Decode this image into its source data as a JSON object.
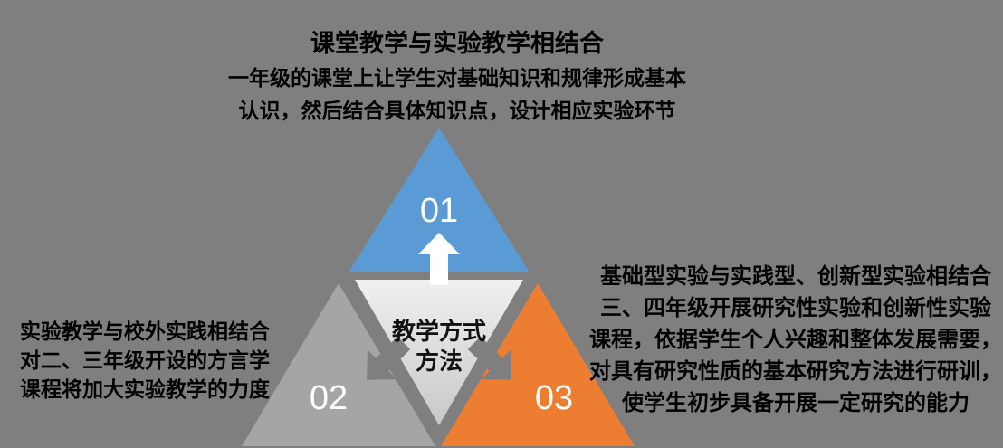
{
  "background": "#7F7F7F",
  "top_block": {
    "title": "课堂教学与实验教学相结合",
    "lines": [
      "一年级的课堂上让学生对基础知识和规律形成基本",
      "认识，然后结合具体知识点，设计相应实验环节"
    ]
  },
  "left_block": {
    "title": "实验教学与校外实践相结合",
    "lines": [
      "对二、三年级开设的方言学",
      "课程将加大实验教学的力度"
    ]
  },
  "right_block": {
    "title": "基础型实验与实践型、创新型实验相结合",
    "lines": [
      "三、四年级开展研究性实验和创新性实验",
      "课程，依据学生个人兴趣和整体发展需要，",
      "对具有研究性质的基本研究方法进行研训，",
      "使学生初步具备开展一定研究的能力"
    ]
  },
  "diagram": {
    "center_label_line1": "教学方式",
    "center_label_line2": "方法",
    "center_fill_top": "#F0F0F0",
    "center_fill_bottom": "#C8C8C8",
    "arrow_up_color": "#FFFFFF",
    "arrow_side_color": "#7F7F7F",
    "items": [
      {
        "number": "01",
        "color": "#5B9BD5"
      },
      {
        "number": "02",
        "color": "#A5A5A5"
      },
      {
        "number": "03",
        "color": "#ED7D31"
      }
    ]
  }
}
